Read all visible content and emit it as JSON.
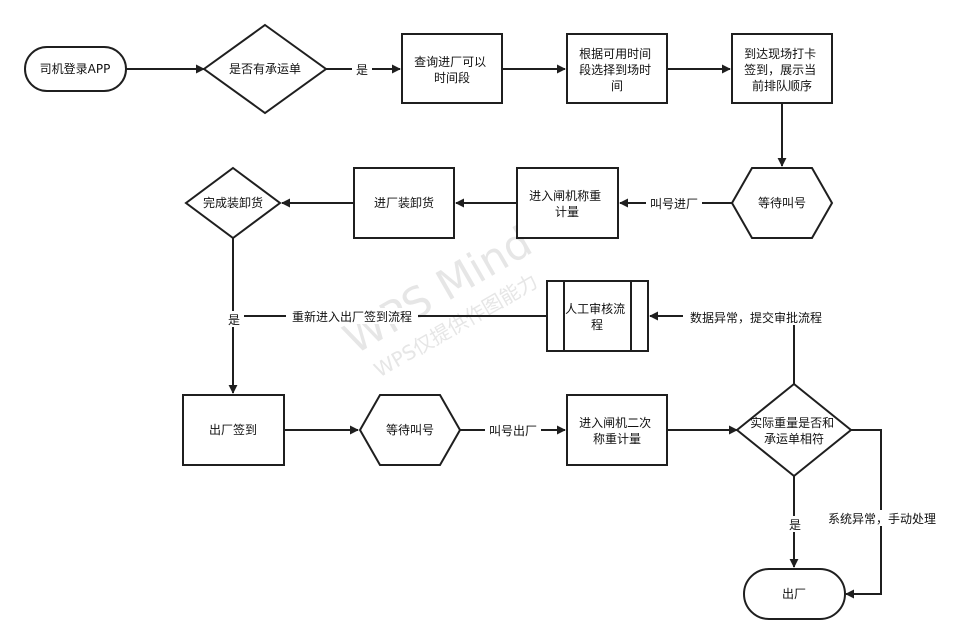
{
  "watermark": {
    "line1": "WPS Mind",
    "line2": "WPS仅提供作图能力"
  },
  "nodes": {
    "login": {
      "lines": [
        "司机登录APP"
      ]
    },
    "has_order": {
      "lines": [
        "是否有承运单"
      ]
    },
    "query_time": {
      "lines": [
        "查询进厂可以",
        "时间段"
      ]
    },
    "choose_time": {
      "lines": [
        "根据可用时间",
        "段选择到场时",
        "间"
      ]
    },
    "checkin": {
      "lines": [
        "到达现场打卡",
        "签到，展示当",
        "前排队顺序"
      ]
    },
    "wait_call_1": {
      "lines": [
        "等待叫号"
      ]
    },
    "gate_weigh_1": {
      "lines": [
        "进入闸机称重",
        "计量"
      ]
    },
    "load_unload": {
      "lines": [
        "进厂装卸货"
      ]
    },
    "done_unload": {
      "lines": [
        "完成装卸货"
      ]
    },
    "manual_review": {
      "lines": [
        "人工审核流",
        "程"
      ]
    },
    "exit_signin": {
      "lines": [
        "出厂签到"
      ]
    },
    "wait_call_2": {
      "lines": [
        "等待叫号"
      ]
    },
    "gate_weigh_2": {
      "lines": [
        "进入闸机二次",
        "称重计量"
      ]
    },
    "weight_match": {
      "lines": [
        "实际重量是否和",
        "承运单相符"
      ]
    },
    "exit": {
      "lines": [
        "出厂"
      ]
    }
  },
  "edges": {
    "e_login_order": {
      "label": ""
    },
    "e_order_query": {
      "label": "是"
    },
    "e_query_choose": {
      "label": ""
    },
    "e_choose_checkin": {
      "label": ""
    },
    "e_checkin_wait": {
      "label": ""
    },
    "e_wait_gate": {
      "label": "叫号进厂"
    },
    "e_gate_load": {
      "label": ""
    },
    "e_load_done": {
      "label": ""
    },
    "e_done_exitsign": {
      "label": "是"
    },
    "e_review_reentry": {
      "label": "重新进入出厂签到流程"
    },
    "e_exitsign_wait": {
      "label": ""
    },
    "e_wait_gate2": {
      "label": "叫号出厂"
    },
    "e_gate2_match": {
      "label": ""
    },
    "e_match_review": {
      "label": "数据异常，提交审批流程"
    },
    "e_match_exit": {
      "label": "是"
    },
    "e_match_manual": {
      "label": "系统异常，手动处理"
    }
  }
}
